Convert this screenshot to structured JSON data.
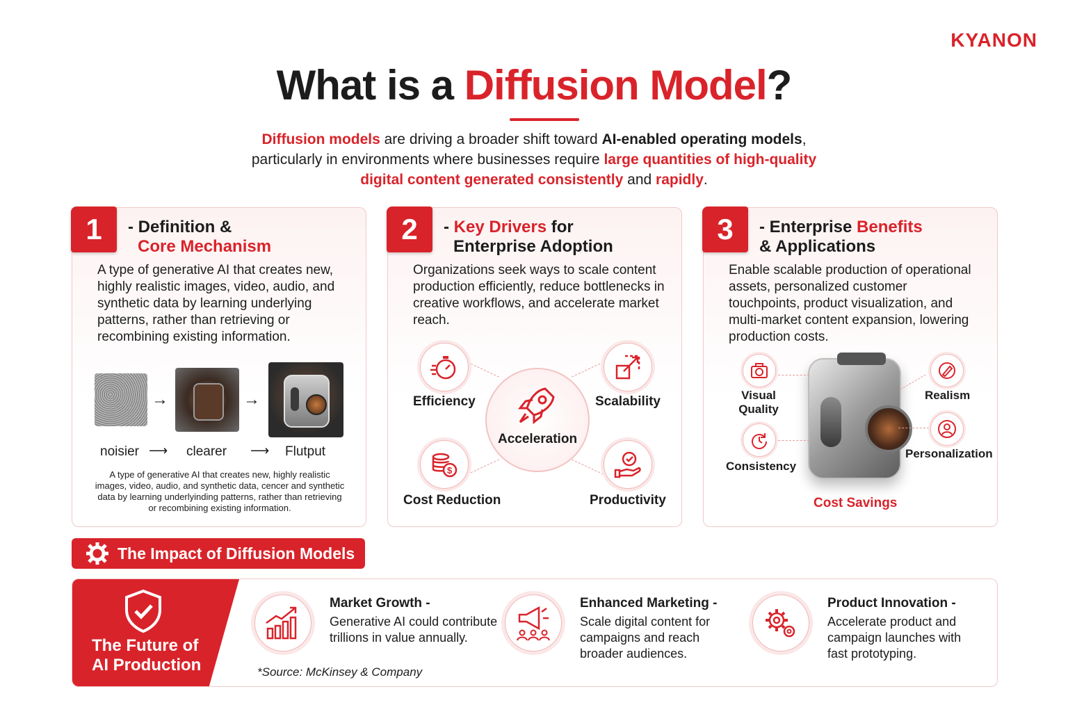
{
  "brand": "KYANON",
  "title": {
    "part1": "What is a ",
    "part2": "Diffusion Model",
    "part3": "?"
  },
  "intro": {
    "s1": "Diffusion models",
    "s2": " are driving a broader shift toward ",
    "s3": "AI-enabled operating models",
    "s4": ",",
    "s5": "particularly in environments where businesses require ",
    "s6": "large quantities of high-quality",
    "s7": "digital content generated consistently",
    "s8": " and ",
    "s9": "rapidly",
    "s10": "."
  },
  "card1": {
    "number": "1",
    "title_a": "- Definition &",
    "title_b": "Core Mechanism",
    "body": "A type of generative AI that creates new, highly realistic images, video, audio, and synthetic data by learning underlying patterns, rather than retrieving or recombining existing information.",
    "step1": "noisier",
    "step2": "clearer",
    "step3": "Flutput",
    "arrow": "→",
    "long_arrow": "⟶",
    "small_text": "A type of generative AI that creates new, highly realistic images, video, audio, and synthetic data, cencer and synthetic data by learning underlyinding patterns, rather than retrieving or recombining existing information."
  },
  "card2": {
    "number": "2",
    "title_a_prefix": "- ",
    "title_a_red": "Key Drivers",
    "title_a_rest": " for",
    "title_b": "Enterprise Adoption",
    "body": "Organizations seek ways to scale content production efficiently, reduce bottlenecks in creative workflows, and accelerate market reach.",
    "efficiency": "Efficiency",
    "scalability": "Scalability",
    "acceleration": "Acceleration",
    "cost_reduction": "Cost Reduction",
    "productivity": "Productivity"
  },
  "card3": {
    "number": "3",
    "title_a_prefix": "- Enterprise ",
    "title_a_red": "Benefits",
    "title_b": "& Applications",
    "body": "Enable scalable production of operational assets, personalized customer touchpoints, product visualization, and multi-market content expansion, lowering production costs.",
    "visual_quality": "Visual Quality",
    "consistency": "Consistency",
    "realism": "Realism",
    "personalization": "Personalization",
    "cost_savings": "Cost Savings"
  },
  "impact_tab": "The Impact of Diffusion Models",
  "future": "The Future of AI Production",
  "items": [
    {
      "title": "Market Growth -",
      "text": "Generative AI could contribute trillions in value annually."
    },
    {
      "title": "Enhanced Marketing -",
      "text": "Scale digital content for campaigns and reach broader audiences."
    },
    {
      "title": "Product Innovation -",
      "text": "Accelerate product and campaign launches with fast prototyping."
    }
  ],
  "source": "*Source: McKinsey & Company",
  "colors": {
    "accent": "#d9232a",
    "text": "#1c1c1c",
    "card_border": "#f1c9c9"
  },
  "icons": [
    "stopwatch-icon",
    "expand-icon",
    "rocket-icon",
    "coins-icon",
    "hand-check-icon",
    "camera-icon",
    "refresh-icon",
    "brush-icon",
    "user-icon",
    "shield-check-icon",
    "gear-icon",
    "chart-growth-icon",
    "megaphone-icon",
    "gears-icon"
  ]
}
